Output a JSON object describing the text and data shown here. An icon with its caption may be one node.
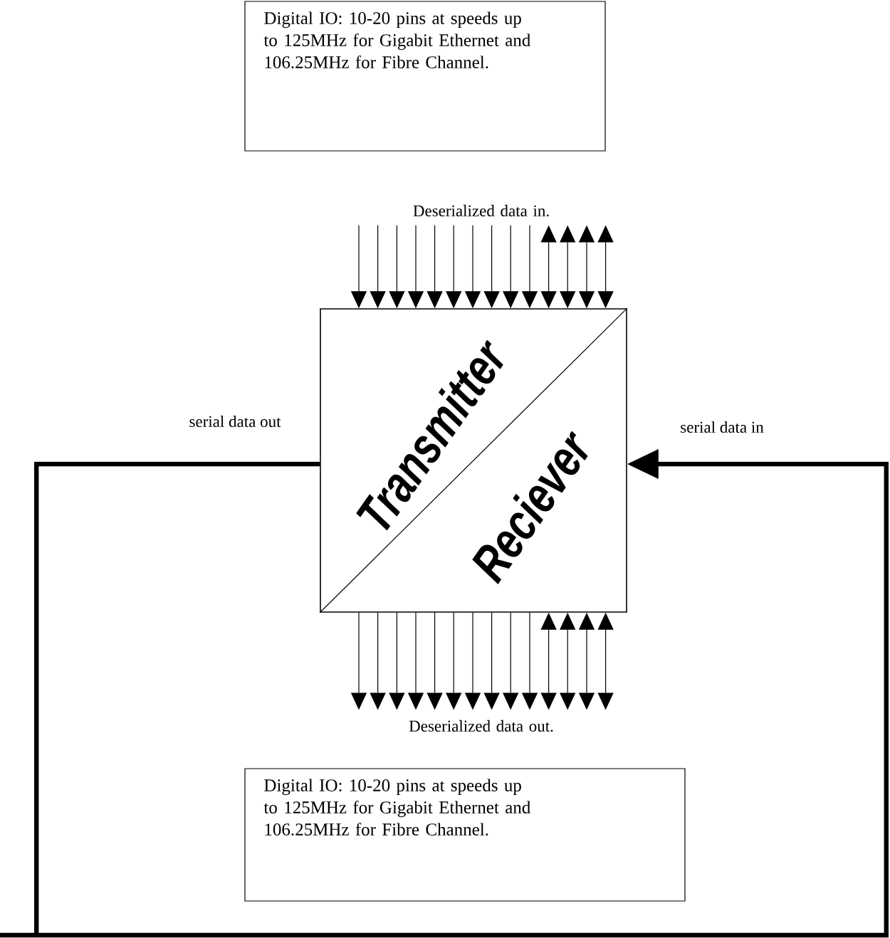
{
  "diagram": {
    "nodes": [
      {
        "text": [
          "Digital IO:  10-20 pins at speeds up to 125MHz for Gigabit Ethernet and 106.25MHz for Fibre Channel."
        ]
      },
      {
        "text": [
          "Deserialized data in."
        ]
      },
      {
        "text": [
          "Transmitter",
          "Reciever"
        ]
      },
      {
        "text": [
          "Deserialized data out."
        ]
      },
      {
        "text": [
          "Digital IO:  10-20 pins at speeds up to 125MHz for Gigabit Ethernet and 106.25MHz for Fibre Channel."
        ]
      }
    ],
    "edges": [
      {
        "from": 1,
        "to": 2,
        "arrow": "to"
      },
      {
        "from": 1,
        "to": 2,
        "arrow": "to"
      },
      {
        "from": 1,
        "to": 2,
        "arrow": "to"
      },
      {
        "from": 1,
        "to": 2,
        "arrow": "to"
      },
      {
        "from": 1,
        "to": 2,
        "arrow": "to"
      },
      {
        "from": 1,
        "to": 2,
        "arrow": "to"
      },
      {
        "from": 1,
        "to": 2,
        "arrow": "to"
      },
      {
        "from": 1,
        "to": 2,
        "arrow": "to"
      },
      {
        "from": 1,
        "to": 2,
        "arrow": "to"
      },
      {
        "from": 1,
        "to": 2,
        "arrow": "to"
      },
      {
        "from": 1,
        "to": 2,
        "arrow": "both"
      },
      {
        "from": 1,
        "to": 2,
        "arrow": "both"
      },
      {
        "from": 1,
        "to": 2,
        "arrow": "both"
      },
      {
        "from": 1,
        "to": 2,
        "arrow": "both"
      },
      {
        "from": 2,
        "to": 3,
        "arrow": "to"
      },
      {
        "from": 2,
        "to": 3,
        "arrow": "to"
      },
      {
        "from": 2,
        "to": 3,
        "arrow": "to"
      },
      {
        "from": 2,
        "to": 3,
        "arrow": "to"
      },
      {
        "from": 2,
        "to": 3,
        "arrow": "to"
      },
      {
        "from": 2,
        "to": 3,
        "arrow": "to"
      },
      {
        "from": 2,
        "to": 3,
        "arrow": "to"
      },
      {
        "from": 2,
        "to": 3,
        "arrow": "to"
      },
      {
        "from": 2,
        "to": 3,
        "arrow": "to"
      },
      {
        "from": 2,
        "to": 3,
        "arrow": "to"
      },
      {
        "from": 2,
        "to": 3,
        "arrow": "both"
      },
      {
        "from": 2,
        "to": 3,
        "arrow": "both"
      },
      {
        "from": 2,
        "to": 3,
        "arrow": "both"
      },
      {
        "from": 2,
        "to": 3,
        "arrow": "both"
      },
      {
        "from": 2,
        "to": 2,
        "arrow": "to",
        "style": "thick"
      }
    ],
    "labels": [
      "serial data out",
      "serial data in"
    ]
  }
}
